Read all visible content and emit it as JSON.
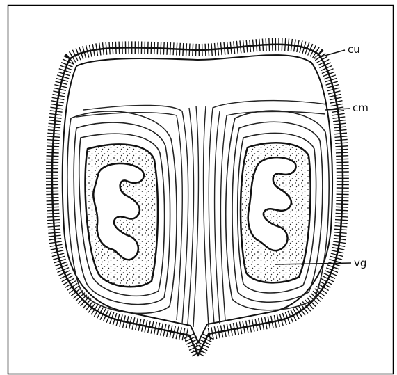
{
  "figure": {
    "labels": {
      "cu": "cu",
      "cm": "cm",
      "vg": "vg"
    },
    "colors": {
      "ink": "#111111",
      "background": "#ffffff",
      "border": "#000000"
    }
  }
}
